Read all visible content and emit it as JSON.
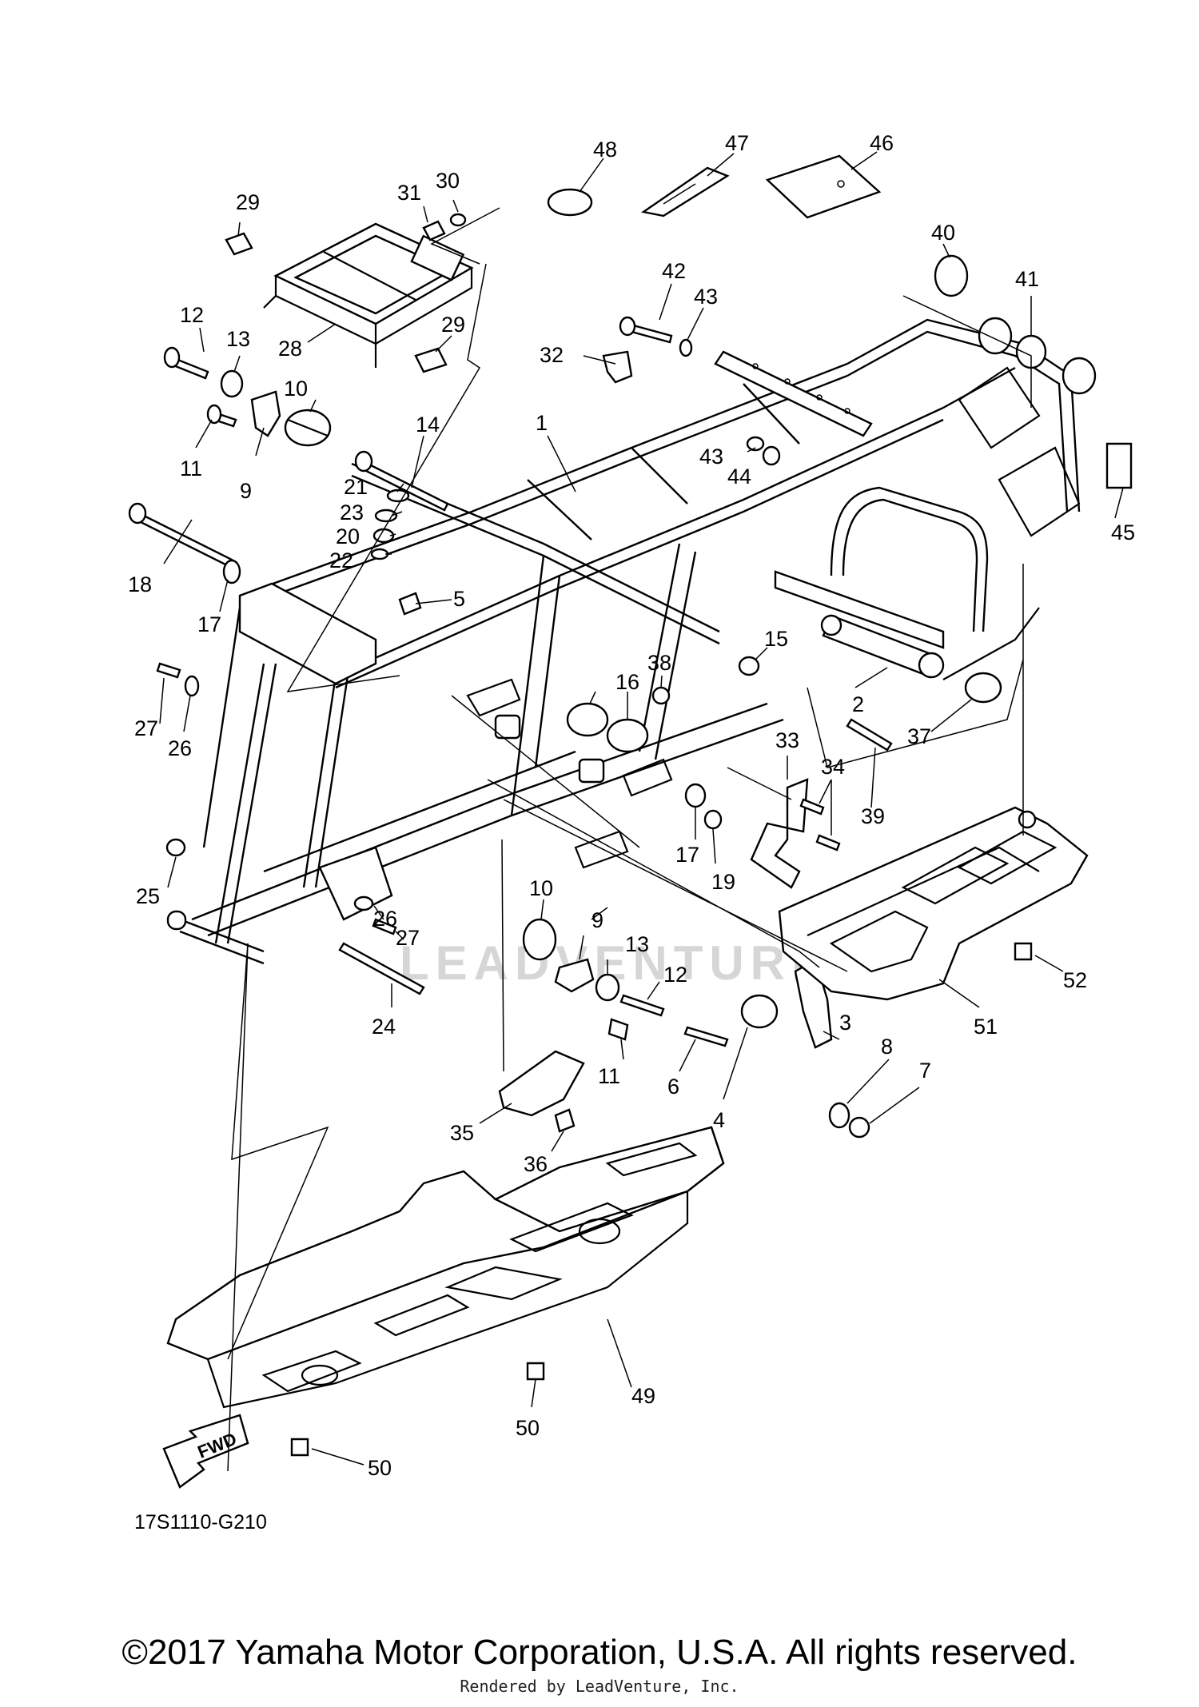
{
  "diagram": {
    "part_code": "17S1110-G210",
    "fwd_label": "FWD",
    "watermark": "LEADVENTURE",
    "callouts": [
      {
        "id": "c48",
        "label": "48"
      },
      {
        "id": "c47",
        "label": "47"
      },
      {
        "id": "c46",
        "label": "46"
      },
      {
        "id": "c31",
        "label": "31"
      },
      {
        "id": "c30",
        "label": "30"
      },
      {
        "id": "c29a",
        "label": "29"
      },
      {
        "id": "c29b",
        "label": "29"
      },
      {
        "id": "c28",
        "label": "28"
      },
      {
        "id": "c40",
        "label": "40"
      },
      {
        "id": "c41",
        "label": "41"
      },
      {
        "id": "c42",
        "label": "42"
      },
      {
        "id": "c43a",
        "label": "43"
      },
      {
        "id": "c43b",
        "label": "43"
      },
      {
        "id": "c44",
        "label": "44"
      },
      {
        "id": "c32",
        "label": "32"
      },
      {
        "id": "c12a",
        "label": "12"
      },
      {
        "id": "c13a",
        "label": "13"
      },
      {
        "id": "c10a",
        "label": "10"
      },
      {
        "id": "c11a",
        "label": "11"
      },
      {
        "id": "c9a",
        "label": "9"
      },
      {
        "id": "c14",
        "label": "14"
      },
      {
        "id": "c1",
        "label": "1"
      },
      {
        "id": "c21",
        "label": "21"
      },
      {
        "id": "c23",
        "label": "23"
      },
      {
        "id": "c20",
        "label": "20"
      },
      {
        "id": "c22",
        "label": "22"
      },
      {
        "id": "c45",
        "label": "45"
      },
      {
        "id": "c18",
        "label": "18"
      },
      {
        "id": "c17a",
        "label": "17"
      },
      {
        "id": "c5",
        "label": "5"
      },
      {
        "id": "c15",
        "label": "15"
      },
      {
        "id": "c2",
        "label": "2"
      },
      {
        "id": "c38",
        "label": "38"
      },
      {
        "id": "c16",
        "label": "16"
      },
      {
        "id": "c37",
        "label": "37"
      },
      {
        "id": "c27a",
        "label": "27"
      },
      {
        "id": "c26a",
        "label": "26"
      },
      {
        "id": "c33",
        "label": "33"
      },
      {
        "id": "c34",
        "label": "34"
      },
      {
        "id": "c39",
        "label": "39"
      },
      {
        "id": "c17b",
        "label": "17"
      },
      {
        "id": "c19",
        "label": "19"
      },
      {
        "id": "c25",
        "label": "25"
      },
      {
        "id": "c26b",
        "label": "26"
      },
      {
        "id": "c27b",
        "label": "27"
      },
      {
        "id": "c10b",
        "label": "10"
      },
      {
        "id": "c9b",
        "label": "9"
      },
      {
        "id": "c13b",
        "label": "13"
      },
      {
        "id": "c12b",
        "label": "12"
      },
      {
        "id": "c52",
        "label": "52"
      },
      {
        "id": "c51",
        "label": "51"
      },
      {
        "id": "c24",
        "label": "24"
      },
      {
        "id": "c11b",
        "label": "11"
      },
      {
        "id": "c3",
        "label": "3"
      },
      {
        "id": "c8",
        "label": "8"
      },
      {
        "id": "c7",
        "label": "7"
      },
      {
        "id": "c6",
        "label": "6"
      },
      {
        "id": "c4",
        "label": "4"
      },
      {
        "id": "c35",
        "label": "35"
      },
      {
        "id": "c36",
        "label": "36"
      },
      {
        "id": "c49",
        "label": "49"
      },
      {
        "id": "c50a",
        "label": "50"
      },
      {
        "id": "c50b",
        "label": "50"
      }
    ]
  },
  "footer": {
    "copyright": "©2017 Yamaha Motor Corporation, U.S.A. All rights reserved.",
    "rendered_by": "Rendered by LeadVenture, Inc."
  }
}
